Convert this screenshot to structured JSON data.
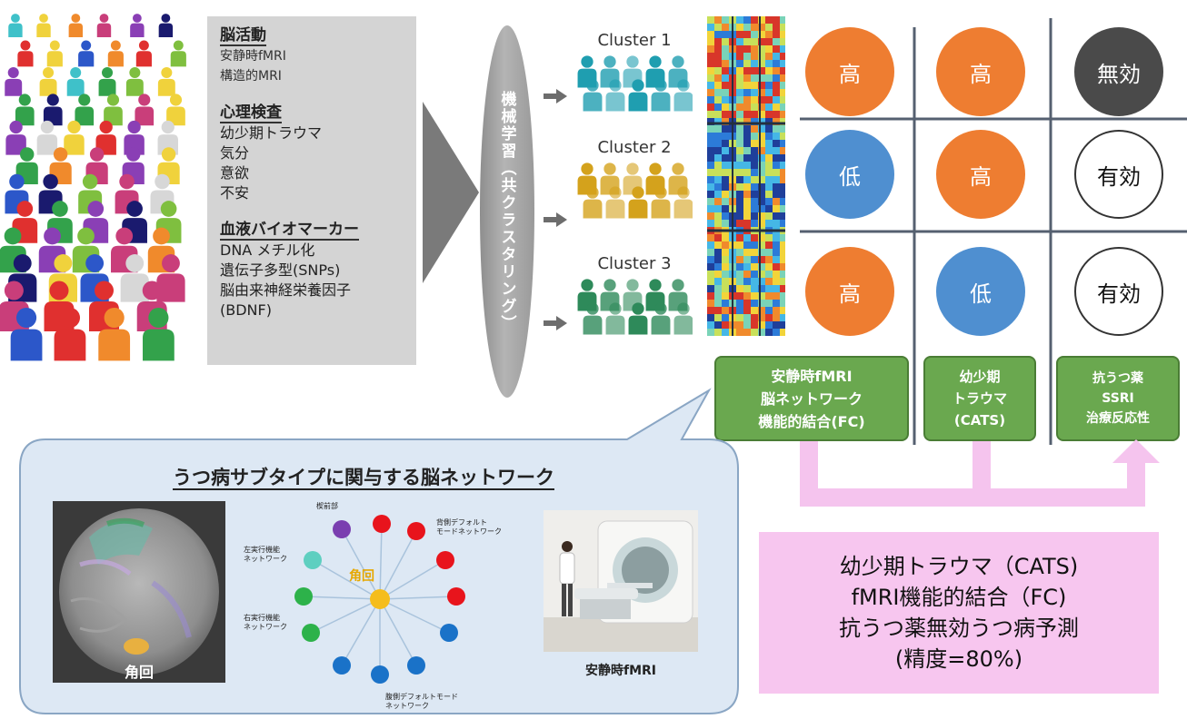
{
  "inputs": {
    "sections": [
      {
        "title": "脳活動",
        "items": [
          "安静時fMRI",
          "構造的MRI"
        ]
      },
      {
        "title": "心理検査",
        "items": [
          "幼少期トラウマ",
          "気分",
          "意欲",
          "不安"
        ]
      },
      {
        "title": "血液バイオマーカー",
        "items": [
          "DNA メチル化",
          "遺伝子多型(SNPs)",
          "脳由来神経栄養因子",
          "(BDNF)"
        ]
      }
    ]
  },
  "ml_label": "機械学習（共クラスタリング）",
  "clusters": [
    {
      "label": "Cluster 1",
      "color": "#1f9eb0"
    },
    {
      "label": "Cluster 2",
      "color": "#d4a21c"
    },
    {
      "label": "Cluster 3",
      "color": "#2e8a5a"
    }
  ],
  "grid": {
    "rows": [
      [
        "高",
        "高",
        "無効"
      ],
      [
        "低",
        "高",
        "有効"
      ],
      [
        "高",
        "低",
        "有効"
      ]
    ],
    "columns": [
      {
        "lines": [
          "安静時fMRI",
          "脳ネットワーク",
          "機能的結合(FC)"
        ]
      },
      {
        "lines": [
          "幼少期",
          "トラウマ",
          "(CATS)"
        ]
      },
      {
        "lines": [
          "抗うつ薬",
          "SSRI",
          "治療反応性"
        ]
      }
    ]
  },
  "result_lines": [
    "幼少期トラウマ（CATS)",
    "fMRI機能的結合（FC)",
    "抗うつ薬無効うつ病予測",
    "(精度=80%)"
  ],
  "callout": {
    "title": "うつ病サブタイプに関与する脳ネットワーク",
    "brain_label": "角回",
    "hub_label": "角回",
    "network_labels": {
      "precuneus": "楔前部",
      "dorsal_dmn": [
        "背側デフォルト",
        "モードネットワーク"
      ],
      "left_exec": [
        "左実行機能",
        "ネットワーク"
      ],
      "right_exec": [
        "右実行機能",
        "ネットワーク"
      ],
      "ventral_dmn": [
        "腹側デフォルトモード",
        "ネットワーク"
      ]
    },
    "mri_label": "安静時fMRI"
  },
  "colors": {
    "high": "#ee7d31",
    "low": "#4f8fd0",
    "ineffective": "#4a4a4a",
    "effective": "#ffffff",
    "green_label": "#6aa84f",
    "result_bg": "#f7c6ef",
    "callout_bg": "#dde8f4"
  }
}
